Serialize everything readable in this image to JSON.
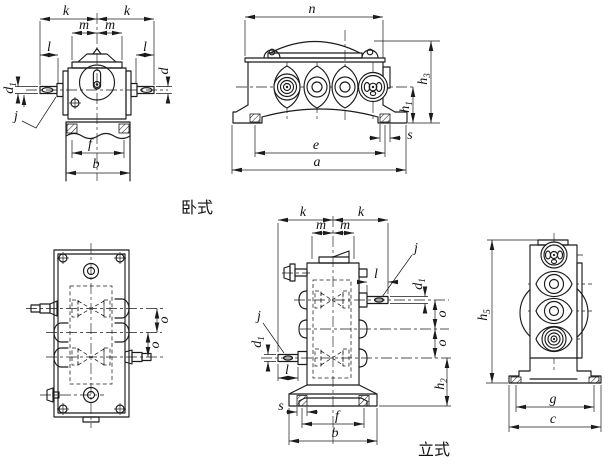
{
  "drawing": {
    "type_captions": {
      "horizontal_type": "卧式",
      "vertical_type": "立式"
    }
  },
  "dimension_labels": {
    "k": "k",
    "m": "m",
    "l": "l",
    "j": "j",
    "f": "f",
    "b": "b",
    "n": "n",
    "s": "s",
    "e": "e",
    "a": "a",
    "o": "o",
    "g": "g",
    "c": "c",
    "d": "d",
    "d1_base": "d",
    "d1_sub": "1",
    "h1_base": "h",
    "h1_sub": "1",
    "h2_base": "h",
    "h2_sub": "2",
    "h3_base": "h",
    "h3_sub": "3",
    "h5_base": "h",
    "h5_sub": "5"
  },
  "colors": {
    "line": "#1b1b1b",
    "background": "#ffffff"
  }
}
